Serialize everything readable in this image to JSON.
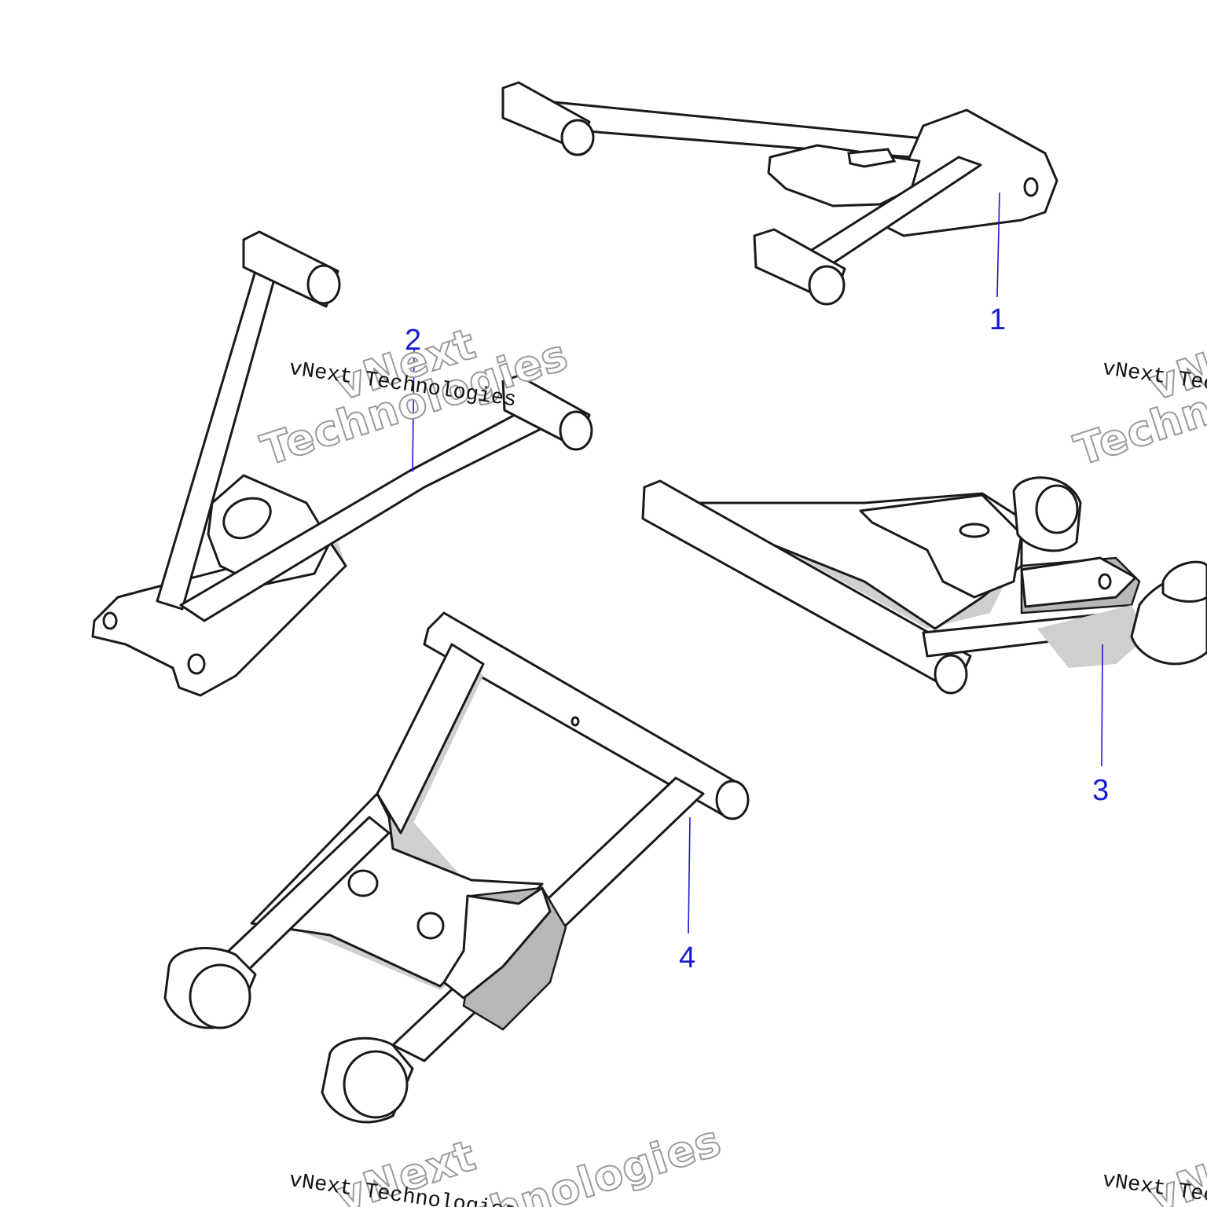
{
  "callouts": [
    {
      "id": "1",
      "label": "1"
    },
    {
      "id": "2",
      "label": "2"
    },
    {
      "id": "3",
      "label": "3"
    },
    {
      "id": "4",
      "label": "4"
    }
  ],
  "watermark": {
    "line1": "vNext",
    "line2": "Technologies",
    "tagline": "vNext Technologies"
  },
  "colors": {
    "callout": "#1a1ad0",
    "outline": "#1a1a1a",
    "shade": "#cfcfcf",
    "background": "#ffffff"
  }
}
